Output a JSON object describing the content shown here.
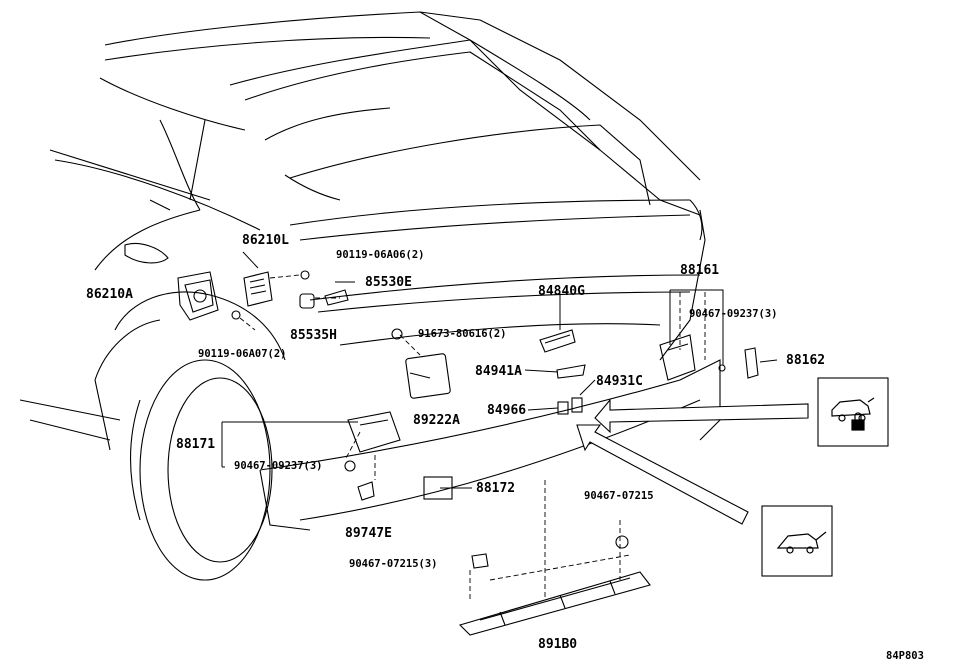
{
  "diagram_id": "84P803",
  "labels": {
    "p86210L": "86210L",
    "p86210A": "86210A",
    "p90119_06A06": "90119-06A06(2)",
    "p85530E": "85530E",
    "p85535H": "85535H",
    "p90119_06A07": "90119-06A07(2)",
    "p84840G": "84840G",
    "p91673": "91673-80616(2)",
    "p88161": "88161",
    "p90467_09237_top": "90467-09237(3)",
    "p88162": "88162",
    "p84941A": "84941A",
    "p84931C": "84931C",
    "p84966": "84966",
    "p89222A": "89222A",
    "p88171": "88171",
    "p90467_09237_left": "90467-09237(3)",
    "p88172": "88172",
    "p89747E": "89747E",
    "p90467_07215": "90467-07215",
    "p90467_07215_3": "90467-07215(3)",
    "p891B0": "891B0"
  },
  "icons": [
    "car-unlock-icon",
    "car-tailgate-icon"
  ]
}
